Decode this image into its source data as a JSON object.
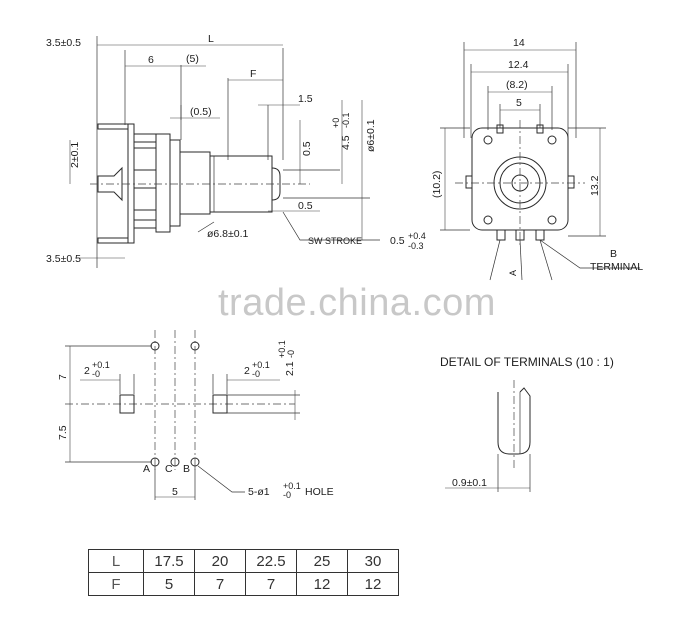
{
  "watermark": "trade.china.com",
  "side_view": {
    "dims": {
      "d35_top": "3.5±0.5",
      "d35_bot": "3.5±0.5",
      "L": "L",
      "d6": "6",
      "d5p": "(5)",
      "F": "F",
      "d05p": "(0.5)",
      "d15": "1.5",
      "d2": "2±0.1",
      "d05a": "0.5",
      "d45": "4.5",
      "d45tol_plus": "+0",
      "d45tol_minus": "-0.1",
      "phi6": "ø6±0.1",
      "d05b": "0.5",
      "phi68": "ø6.8±0.1",
      "sw_stroke": "SW  STROKE",
      "stroke_val": "0.5",
      "stroke_tol_plus": "+0.4",
      "stroke_tol_minus": "-0.3"
    }
  },
  "front_view": {
    "dims": {
      "d14": "14",
      "d124": "12.4",
      "d82": "(8.2)",
      "d5": "5",
      "d102": "(10.2)",
      "d132": "13.2",
      "B": "B",
      "terminal": "TERMINAL",
      "A": "A"
    }
  },
  "pcb_view": {
    "dims": {
      "d7": "7",
      "d75": "7.5",
      "d2_left": "2",
      "d2_left_tol_plus": "+0.1",
      "d2_left_tol_minus": "-0",
      "d2_right": "2",
      "d2_right_tol_plus": "+0.1",
      "d2_right_tol_minus": "-0",
      "d21": "2.1",
      "d21_tol_plus": "+0.1",
      "d21_tol_minus": "-0",
      "A": "A",
      "C": "C",
      "B": "B",
      "d5": "5",
      "hole": "5-ø1",
      "hole_tol_plus": "+0.1",
      "hole_tol_minus": "-0",
      "hole_word": "HOLE"
    }
  },
  "terminal_detail": {
    "title": "DETAIL  OF  TERMINALS (10 : 1)",
    "width": "0.9±0.1"
  },
  "table": {
    "rows": [
      {
        "label": "L",
        "values": [
          "17.5",
          "20",
          "22.5",
          "25",
          "30"
        ]
      },
      {
        "label": "F",
        "values": [
          "5",
          "7",
          "7",
          "12",
          "12"
        ]
      }
    ]
  }
}
